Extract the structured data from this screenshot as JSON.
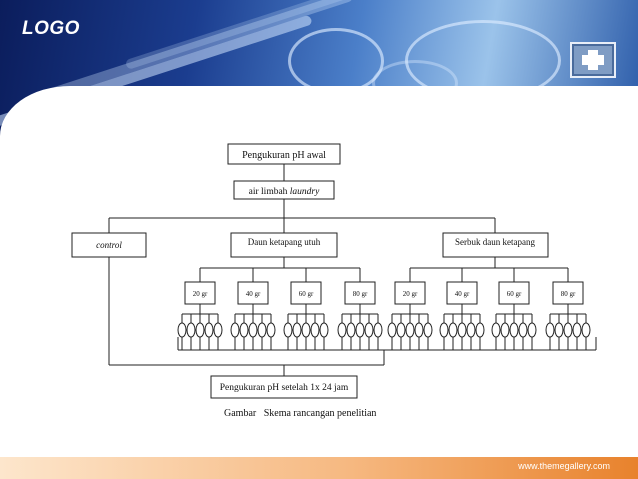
{
  "slide": {
    "logo_text": "LOGO",
    "footer_url": "www.themegallery.com",
    "caption": "Gambar   Skema rancangan penelitian"
  },
  "diagram": {
    "top": "Pengukuran pH awal",
    "input_prefix": "air limbah ",
    "input_italic": "laundry",
    "control": "control",
    "branch_whole": "Daun ketapang utuh",
    "branch_powder": "Serbuk daun ketapang",
    "doses_whole": [
      "20 gr",
      "40 gr",
      "60 gr",
      "80 gr"
    ],
    "doses_powder": [
      "20 gr",
      "40 gr",
      "60 gr",
      "80 gr"
    ],
    "replicates_per_dose": 5,
    "final": "Pengukuran pH setelah 1x 24 jam"
  },
  "colors": {
    "banner_dark": "#0b1d5c",
    "banner_light": "#9bc3ea",
    "footer_orange": "#e8822c",
    "line": "#222222"
  },
  "icons": [
    "cross-icon"
  ]
}
